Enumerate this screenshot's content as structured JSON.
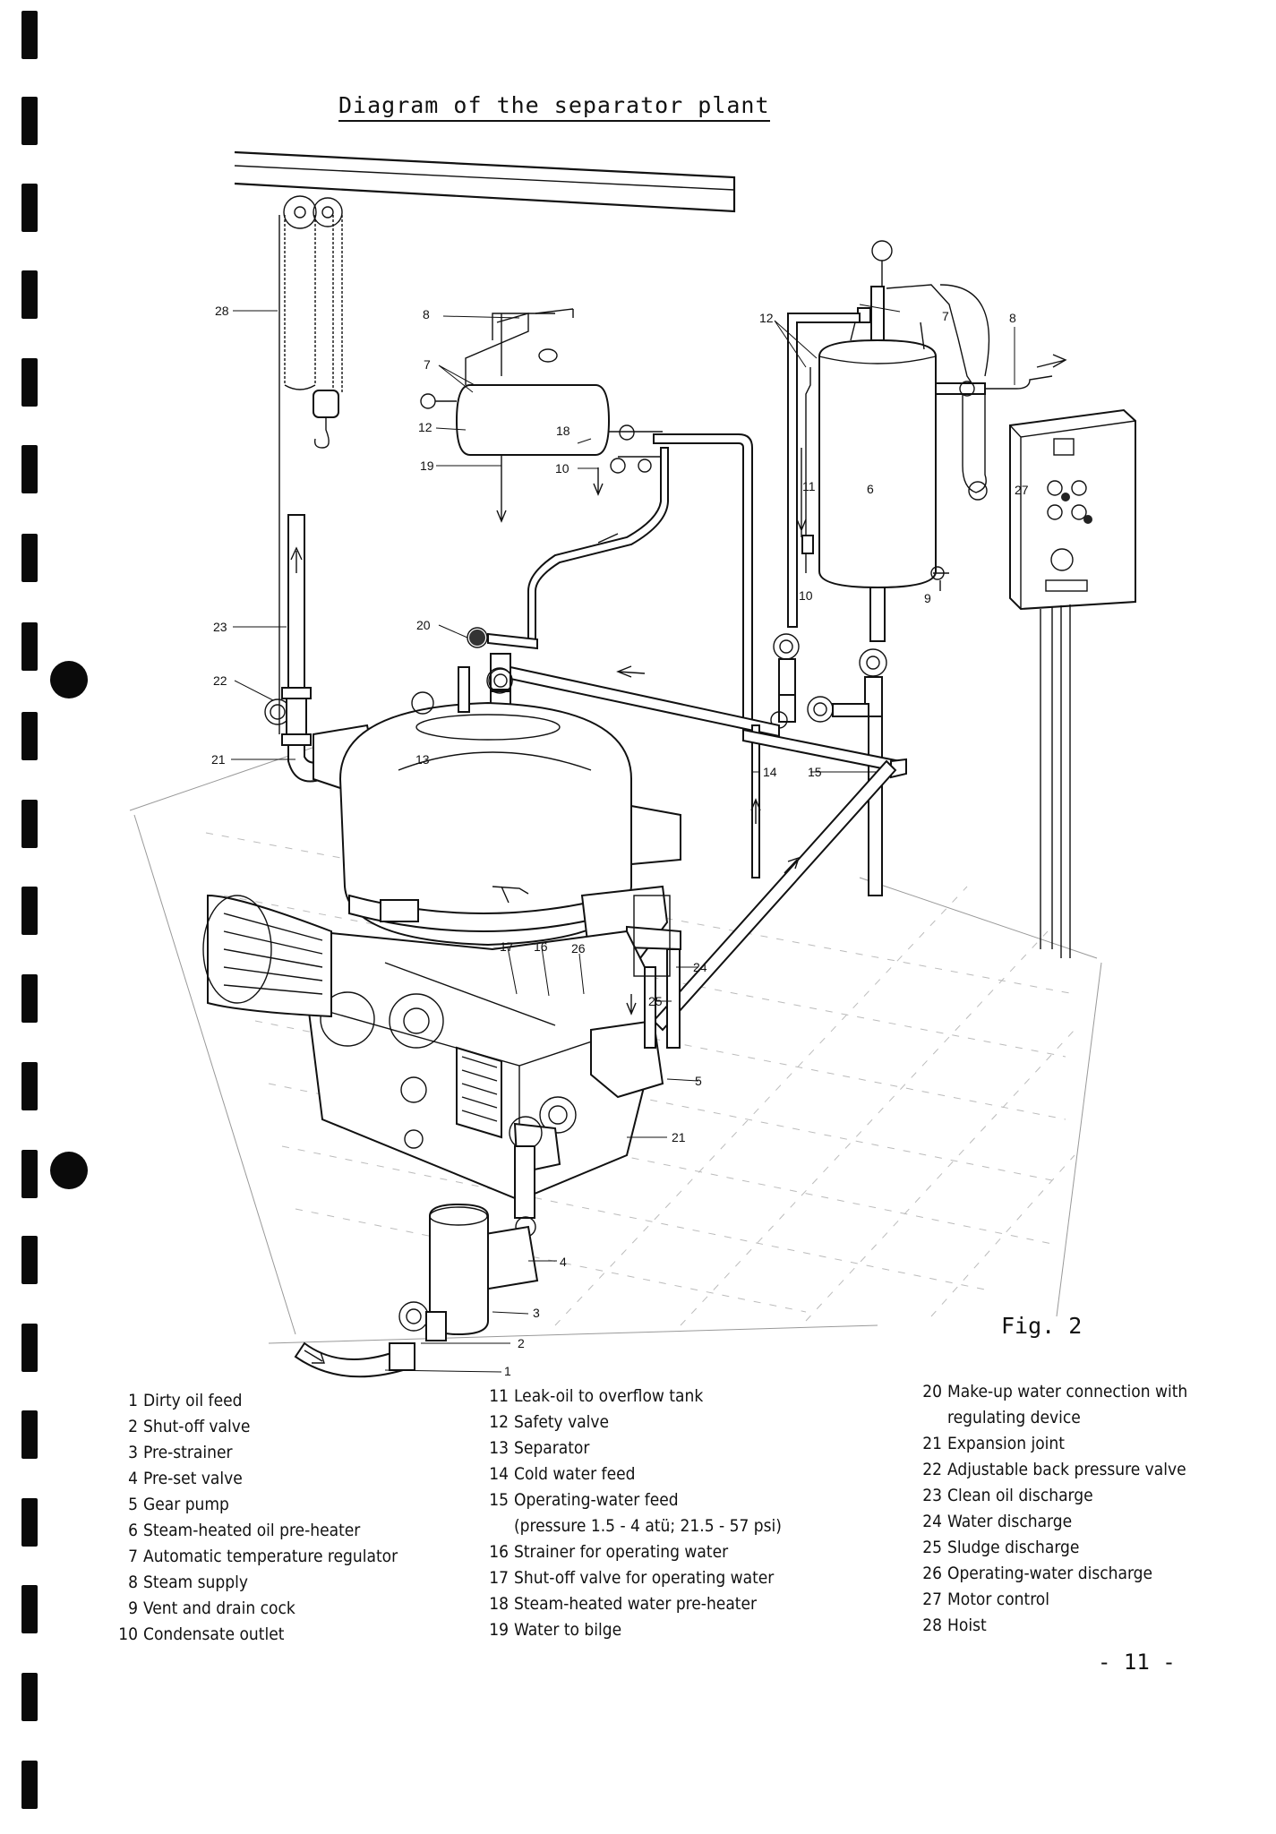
{
  "title": "Diagram of the separator plant",
  "figure_label": "Fig. 2",
  "page_number": "- 11 -",
  "callouts": [
    "1",
    "2",
    "3",
    "4",
    "5",
    "6",
    "7",
    "8",
    "9",
    "10",
    "11",
    "12",
    "13",
    "14",
    "15",
    "16",
    "17",
    "18",
    "19",
    "20",
    "21",
    "22",
    "23",
    "24",
    "25",
    "26",
    "27",
    "28"
  ],
  "legend": {
    "col1": [
      {
        "num": "1",
        "text": "Dirty oil feed"
      },
      {
        "num": "2",
        "text": "Shut-off valve"
      },
      {
        "num": "3",
        "text": "Pre-strainer"
      },
      {
        "num": "4",
        "text": "Pre-set valve"
      },
      {
        "num": "5",
        "text": "Gear pump"
      },
      {
        "num": "6",
        "text": "Steam-heated oil pre-heater"
      },
      {
        "num": "7",
        "text": "Automatic temperature regulator"
      },
      {
        "num": "8",
        "text": "Steam supply"
      },
      {
        "num": "9",
        "text": "Vent and drain cock"
      },
      {
        "num": "10",
        "text": "Condensate outlet"
      }
    ],
    "col2": [
      {
        "num": "11",
        "text": "Leak-oil to overflow tank"
      },
      {
        "num": "12",
        "text": "Safety valve"
      },
      {
        "num": "13",
        "text": "Separator"
      },
      {
        "num": "14",
        "text": "Cold water feed"
      },
      {
        "num": "15",
        "text": "Operating-water feed",
        "cont": "(pressure 1.5 - 4 atü; 21.5 - 57 psi)"
      },
      {
        "num": "16",
        "text": "Strainer for operating water"
      },
      {
        "num": "17",
        "text": "Shut-off valve for operating water"
      },
      {
        "num": "18",
        "text": "Steam-heated water pre-heater"
      },
      {
        "num": "19",
        "text": "Water to bilge"
      }
    ],
    "col3": [
      {
        "num": "20",
        "text": "Make-up water connection with",
        "cont": "regulating device"
      },
      {
        "num": "21",
        "text": "Expansion joint"
      },
      {
        "num": "22",
        "text": "Adjustable back pressure valve"
      },
      {
        "num": "23",
        "text": "Clean oil discharge"
      },
      {
        "num": "24",
        "text": "Water discharge"
      },
      {
        "num": "25",
        "text": "Sludge discharge"
      },
      {
        "num": "26",
        "text": "Operating-water discharge"
      },
      {
        "num": "27",
        "text": "Motor control"
      },
      {
        "num": "28",
        "text": "Hoist"
      }
    ]
  }
}
